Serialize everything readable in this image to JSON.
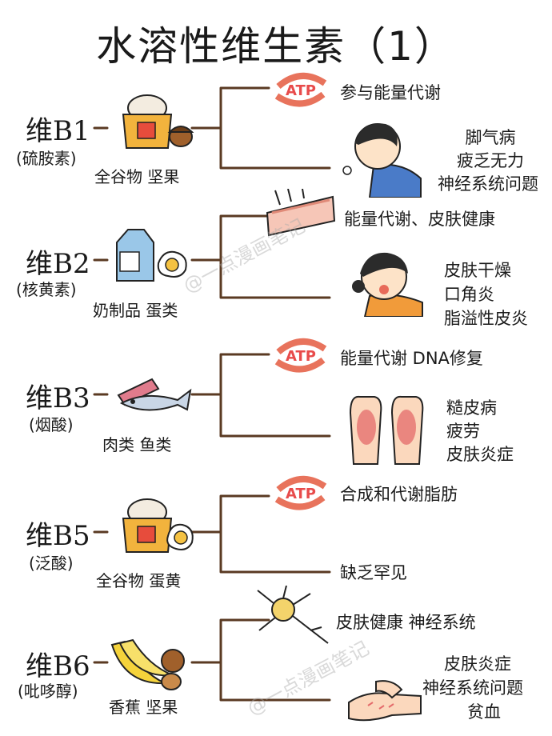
{
  "title": "水溶性维生素（1）",
  "atp_label": "ATP",
  "watermark": "@一点漫画笔记",
  "vitamins": [
    {
      "name": "维B1",
      "alias": "(硫胺素)",
      "foods": "全谷物  坚果",
      "function": "参与能量代谢",
      "deficiency": [
        "脚气病",
        "疲乏无力",
        "神经系统问题"
      ]
    },
    {
      "name": "维B2",
      "alias": "(核黄素)",
      "foods": "奶制品  蛋类",
      "function": "能量代谢、皮肤健康",
      "deficiency": [
        "皮肤干燥",
        "口角炎",
        "脂溢性皮炎"
      ]
    },
    {
      "name": "维B3",
      "alias": "(烟酸)",
      "foods": "肉类  鱼类",
      "function": "能量代谢 DNA修复",
      "deficiency": [
        "糙皮病",
        "疲劳",
        "皮肤炎症"
      ]
    },
    {
      "name": "维B5",
      "alias": "(泛酸)",
      "foods": "全谷物  蛋黄",
      "function": "合成和代谢脂肪",
      "deficiency": [
        "缺乏罕见"
      ]
    },
    {
      "name": "维B6",
      "alias": "(吡哆醇)",
      "foods": "香蕉  坚果",
      "function": "皮肤健康  神经系统",
      "deficiency": [
        "皮肤炎症",
        "神经系统问题",
        "贫血"
      ]
    }
  ]
}
